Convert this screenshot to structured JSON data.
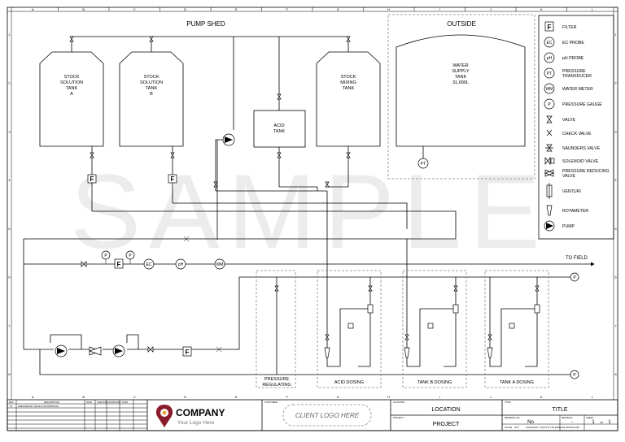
{
  "grid": {
    "cols": [
      "A",
      "B",
      "C",
      "D",
      "E",
      "F",
      "G",
      "H",
      "I",
      "J",
      "K",
      "L"
    ],
    "rows": [
      "1",
      "2",
      "3",
      "4",
      "5",
      "6",
      "7",
      "8"
    ]
  },
  "areas": {
    "pump_shed": "PUMP SHED",
    "outside": "OUTSIDE"
  },
  "tanks": {
    "a": [
      "STOCK",
      "SOLUTION",
      "TANK",
      "A"
    ],
    "b": [
      "STOCK",
      "SOLUTION",
      "TANK",
      "B"
    ],
    "mixing": [
      "STOCK",
      "MIXING",
      "TANK"
    ],
    "acid": [
      "ACID",
      "TANK"
    ],
    "water": [
      "WATER",
      "SUPPLY",
      "TANK",
      "31,000L"
    ]
  },
  "line_labels": {
    "to_field": "TO FIELD"
  },
  "instrument_tags": {
    "P": "P",
    "F": "F",
    "EC": "EC",
    "pH": "pH",
    "WM": "WM",
    "PT": "PT"
  },
  "stations": {
    "pressure_regulating": [
      "PRESSURE",
      "REGULATING"
    ],
    "acid_dosing": "ACID DOSING",
    "tank_b_dosing": "TANK B DOSING",
    "tank_a_dosing": "TANK A DOSING"
  },
  "legend": [
    {
      "tag": "F",
      "label": [
        "FILTER"
      ],
      "icon": "filter-icon"
    },
    {
      "tag": "EC",
      "label": [
        "EC PROBE"
      ],
      "icon": "ec-probe-icon"
    },
    {
      "tag": "pH",
      "label": [
        "pH PROBE"
      ],
      "icon": "ph-probe-icon"
    },
    {
      "tag": "PT",
      "label": [
        "PRESSURE",
        "TRANSDUCER"
      ],
      "icon": "pressure-transducer-icon"
    },
    {
      "tag": "WM",
      "label": [
        "WATER METER"
      ],
      "icon": "water-meter-icon"
    },
    {
      "tag": "P",
      "label": [
        "PRESSURE GAUGE"
      ],
      "icon": "pressure-gauge-icon"
    },
    {
      "tag": "",
      "label": [
        "VALVE"
      ],
      "icon": "valve-icon"
    },
    {
      "tag": "",
      "label": [
        "CHECK VALVE"
      ],
      "icon": "check-valve-icon"
    },
    {
      "tag": "",
      "label": [
        "SAUNDERS VALVE"
      ],
      "icon": "saunders-valve-icon"
    },
    {
      "tag": "",
      "label": [
        "SOLENOID VALVE"
      ],
      "icon": "solenoid-valve-icon"
    },
    {
      "tag": "",
      "label": [
        "PRESSURE REDUCING",
        "VALVE"
      ],
      "icon": "pressure-reducing-valve-icon"
    },
    {
      "tag": "",
      "label": [
        "VENTURI"
      ],
      "icon": "venturi-icon"
    },
    {
      "tag": "",
      "label": [
        "ROTAMETER"
      ],
      "icon": "rotameter-icon"
    },
    {
      "tag": "",
      "label": [
        "PUMP"
      ],
      "icon": "pump-icon"
    }
  ],
  "title_block": {
    "rev_headers": [
      "REV",
      "DESCRIPTION",
      "DATE",
      "CHECKED",
      "APPROVED",
      "DATE"
    ],
    "rev_row": [
      "P1",
      "PRELIMINARY ISSUE FOR APPROVAL",
      "",
      "",
      "",
      ""
    ],
    "company_name": "COMPANY",
    "company_tagline": "Your Logo Here",
    "customer_label": "CUSTOMER",
    "client_logo": "CLIENT LOGO HERE",
    "location_label": "LOCATION",
    "location": "LOCATION",
    "project_label": "PROJECT",
    "project": "PROJECT",
    "title_label": "TITLE",
    "title": "TITLE",
    "drawing_label": "DRAWING NO.",
    "drawing_no": "No",
    "revision_label": "REVISION",
    "revision": "-",
    "sheet_label": "SHEET",
    "sheet": "1",
    "sheet_of": "of",
    "sheet_total": "1",
    "scale_label": "SCALE",
    "scale": "NTS",
    "copyright": "COPYRIGHT. YOUR PTY LTD WWW.SOLUTIONS.COM"
  },
  "watermark": "SAMPLE",
  "colors": {
    "logo_primary": "#8a1c2b",
    "logo_accent": "#e8a33c",
    "dashed_box": "#888888"
  }
}
